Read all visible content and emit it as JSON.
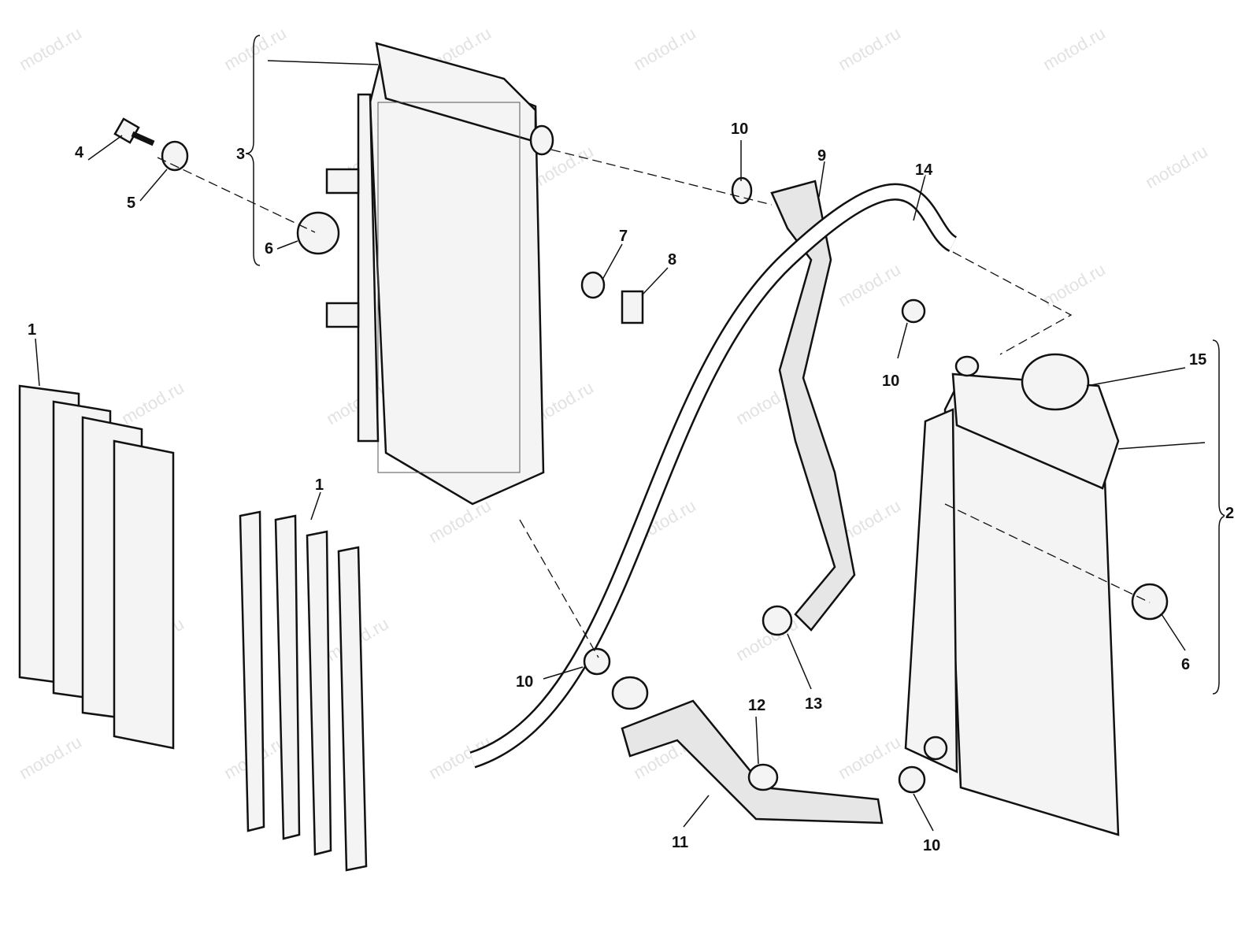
{
  "watermark": "motod.ru",
  "callouts": [
    {
      "id": "c1a",
      "text": "1"
    },
    {
      "id": "c1b",
      "text": "1"
    },
    {
      "id": "c2",
      "text": "2"
    },
    {
      "id": "c3",
      "text": "3"
    },
    {
      "id": "c4",
      "text": "4"
    },
    {
      "id": "c5",
      "text": "5"
    },
    {
      "id": "c6a",
      "text": "6"
    },
    {
      "id": "c6b",
      "text": "6"
    },
    {
      "id": "c7",
      "text": "7"
    },
    {
      "id": "c8",
      "text": "8"
    },
    {
      "id": "c9",
      "text": "9"
    },
    {
      "id": "c10a",
      "text": "10"
    },
    {
      "id": "c10b",
      "text": "10"
    },
    {
      "id": "c10c",
      "text": "10"
    },
    {
      "id": "c10d",
      "text": "10"
    },
    {
      "id": "c11",
      "text": "11"
    },
    {
      "id": "c12",
      "text": "12"
    },
    {
      "id": "c13",
      "text": "13"
    },
    {
      "id": "c14",
      "text": "14"
    },
    {
      "id": "c15",
      "text": "15"
    }
  ]
}
